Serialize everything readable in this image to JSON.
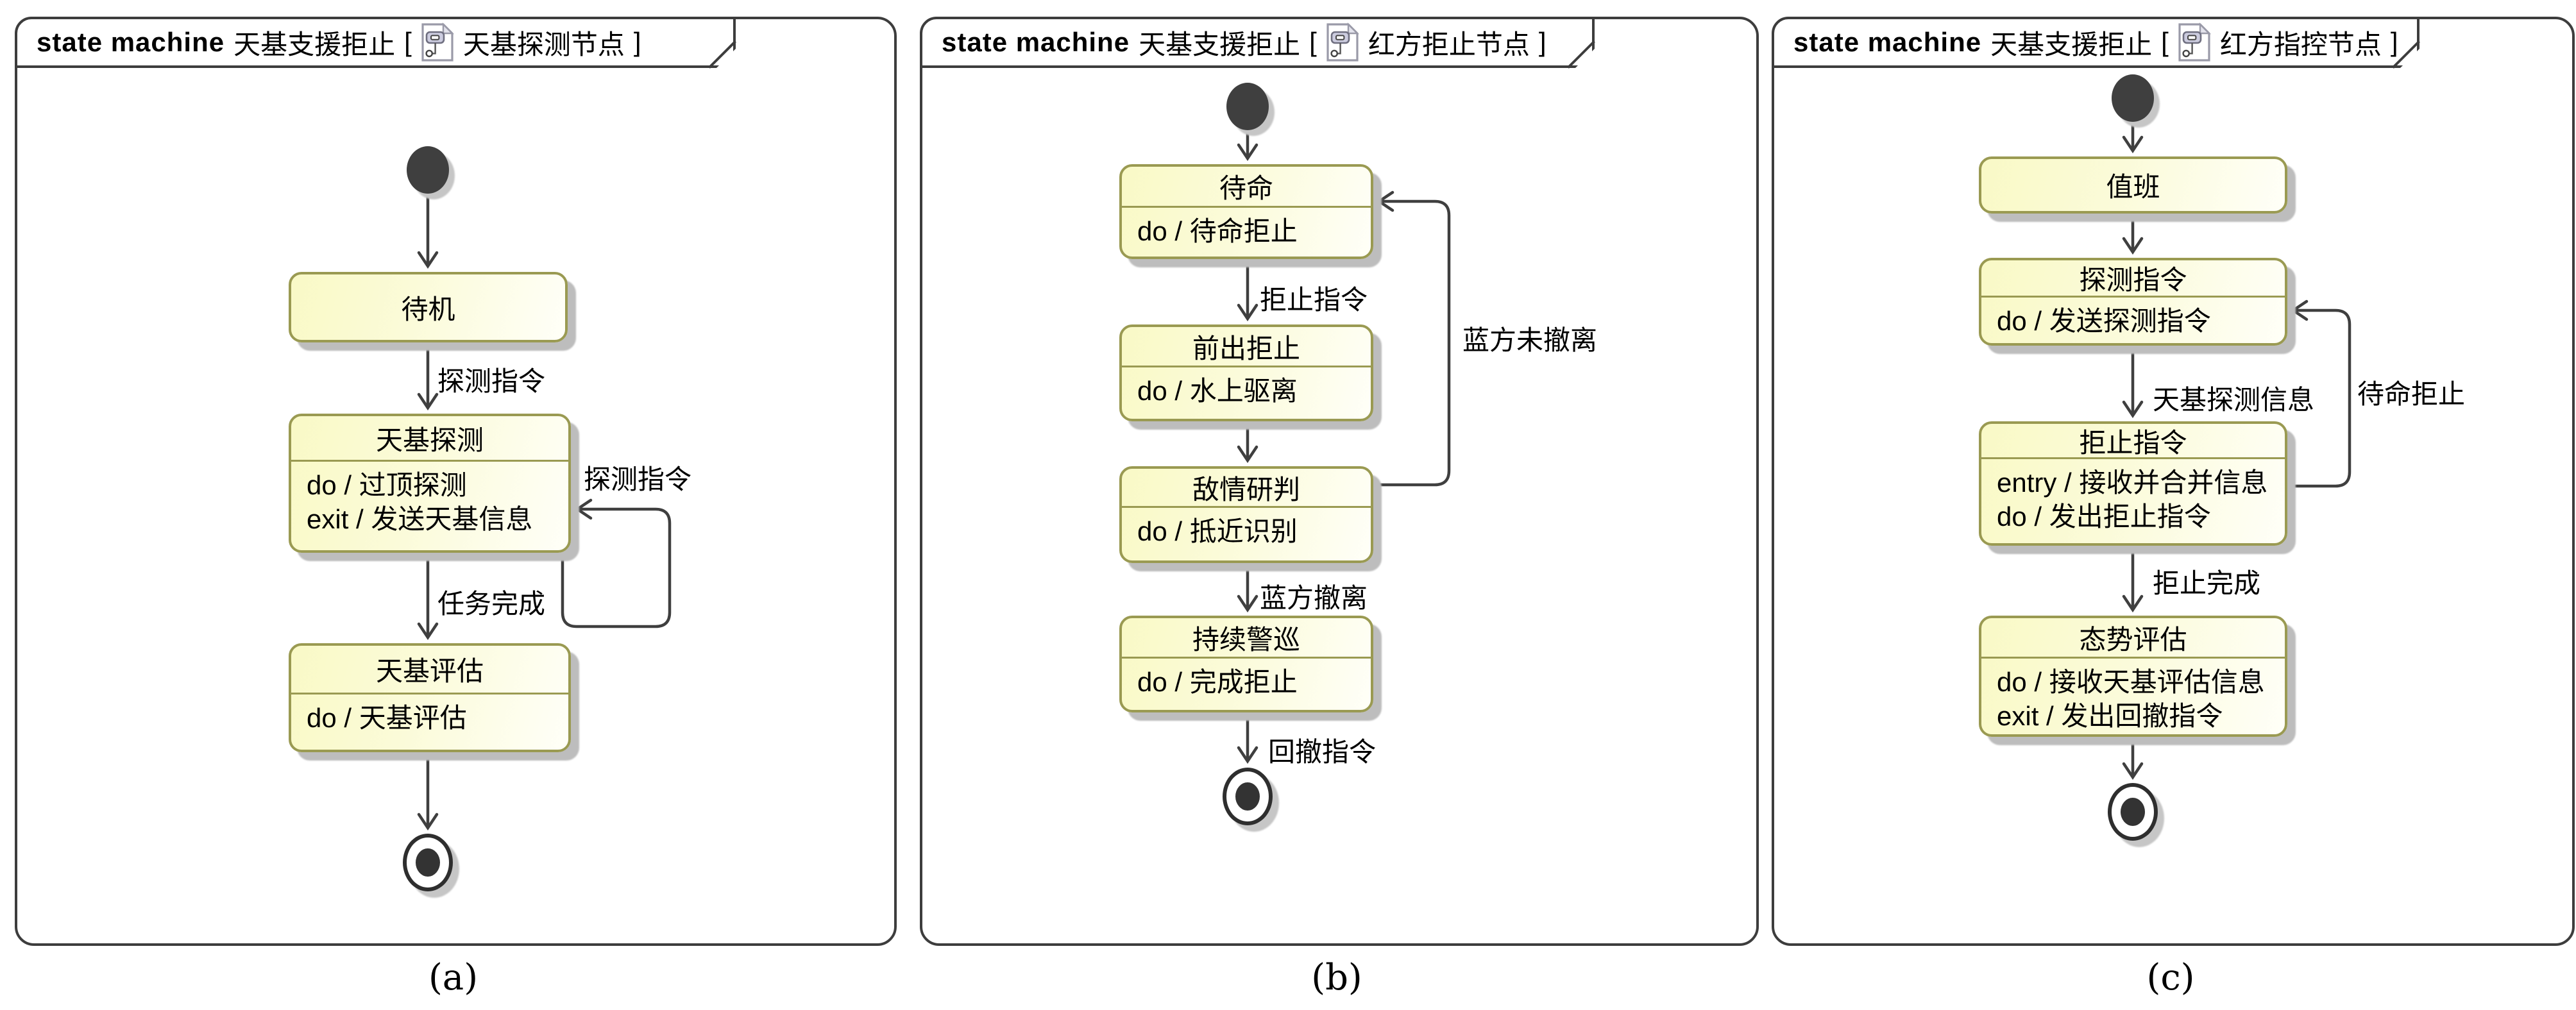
{
  "colors": {
    "frame_border": "#3d3d3d",
    "state_border": "#9a9a52",
    "state_fill_left": "#f9f9c6",
    "state_fill_right": "#fffff8",
    "edge_line": "#3f3f3f",
    "shadow": "#bdbdbd"
  },
  "panels": [
    {
      "caption": "(a)",
      "tab": {
        "keyword": "state machine",
        "title": "天基支援拒止",
        "open": "[",
        "icon": "state-machine-diagram-icon",
        "node": "天基探测节点",
        "close": "]"
      },
      "states": [
        {
          "type": "initial"
        },
        {
          "type": "simple",
          "name": "待机",
          "actions": []
        },
        {
          "type": "compound",
          "name": "天基探测",
          "actions": [
            "do / 过顶探测",
            "exit / 发送天基信息"
          ]
        },
        {
          "type": "compound",
          "name": "天基评估",
          "actions": [
            "do / 天基评估"
          ]
        },
        {
          "type": "final"
        }
      ],
      "transitions": [
        {
          "label": "探测指令",
          "from": "待机",
          "to": "天基探测"
        },
        {
          "label": "探测指令",
          "from": "天基探测",
          "to": "天基探测"
        },
        {
          "label": "任务完成",
          "from": "天基探测",
          "to": "天基评估"
        }
      ]
    },
    {
      "caption": "(b)",
      "tab": {
        "keyword": "state machine",
        "title": "天基支援拒止",
        "open": "[",
        "icon": "state-machine-diagram-icon",
        "node": "红方拒止节点",
        "close": "]"
      },
      "states": [
        {
          "type": "initial"
        },
        {
          "type": "compound",
          "name": "待命",
          "actions": [
            "do / 待命拒止"
          ]
        },
        {
          "type": "compound",
          "name": "前出拒止",
          "actions": [
            "do / 水上驱离"
          ]
        },
        {
          "type": "compound",
          "name": "敌情研判",
          "actions": [
            "do / 抵近识别"
          ]
        },
        {
          "type": "compound",
          "name": "持续警巡",
          "actions": [
            "do / 完成拒止"
          ]
        },
        {
          "type": "final"
        }
      ],
      "transitions": [
        {
          "label": "拒止指令",
          "from": "待命",
          "to": "前出拒止"
        },
        {
          "label": "蓝方未撤离",
          "from": "敌情研判",
          "to": "待命"
        },
        {
          "label": "蓝方撤离",
          "from": "敌情研判",
          "to": "持续警巡"
        },
        {
          "label": "回撤指令",
          "from": "持续警巡",
          "to": "final"
        }
      ]
    },
    {
      "caption": "(c)",
      "tab": {
        "keyword": "state machine",
        "title": "天基支援拒止",
        "open": "[",
        "icon": "state-machine-diagram-icon",
        "node": "红方指控节点",
        "close": "]"
      },
      "states": [
        {
          "type": "initial"
        },
        {
          "type": "simple",
          "name": "值班",
          "actions": []
        },
        {
          "type": "compound",
          "name": "探测指令",
          "actions": [
            "do / 发送探测指令"
          ]
        },
        {
          "type": "compound",
          "name": "拒止指令",
          "actions": [
            "entry / 接收并合并信息",
            "do / 发出拒止指令"
          ]
        },
        {
          "type": "compound",
          "name": "态势评估",
          "actions": [
            "do / 接收天基评估信息",
            "exit / 发出回撤指令"
          ]
        },
        {
          "type": "final"
        }
      ],
      "transitions": [
        {
          "label": "天基探测信息",
          "from": "探测指令",
          "to": "拒止指令"
        },
        {
          "label": "待命拒止",
          "from": "拒止指令",
          "to": "探测指令"
        },
        {
          "label": "拒止完成",
          "from": "拒止指令",
          "to": "态势评估"
        }
      ]
    }
  ]
}
